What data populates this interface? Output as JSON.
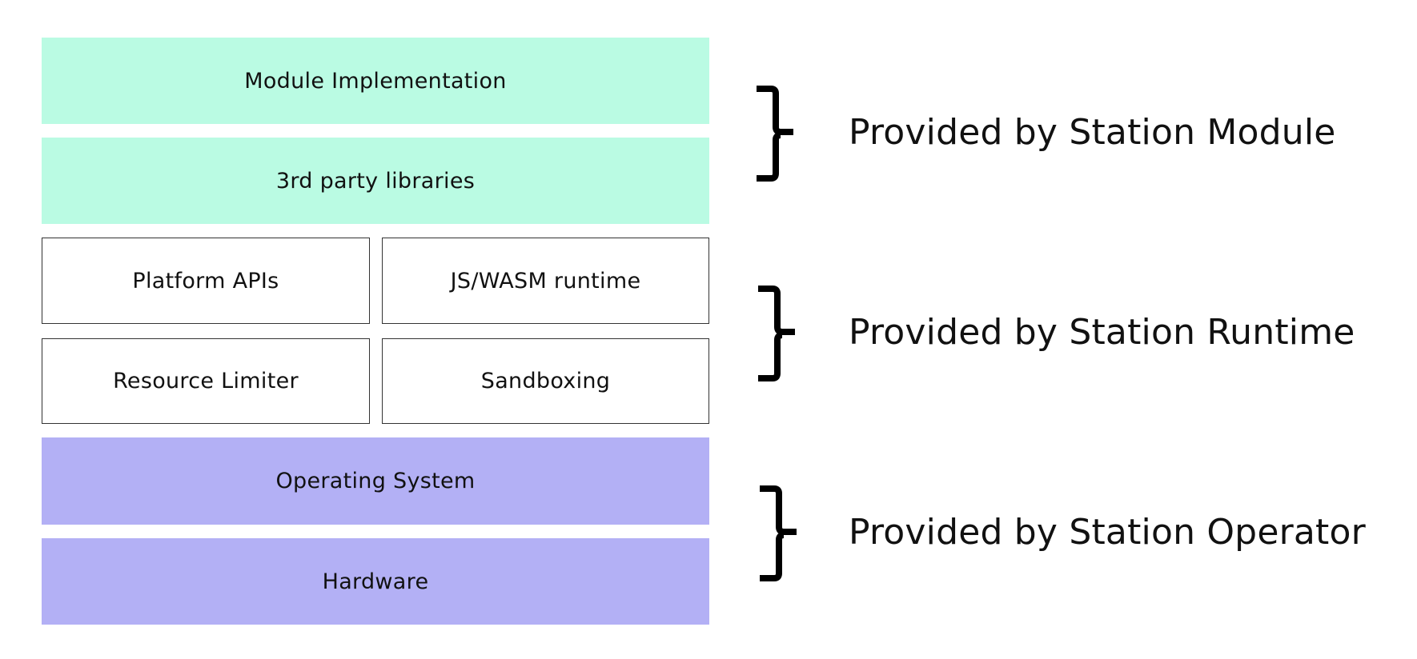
{
  "diagram": {
    "layers": {
      "module_implementation": "Module Implementation",
      "third_party_libraries": "3rd party libraries",
      "platform_apis": "Platform APIs",
      "js_wasm_runtime": "JS/WASM runtime",
      "resource_limiter": "Resource Limiter",
      "sandboxing": "Sandboxing",
      "operating_system": "Operating System",
      "hardware": "Hardware"
    },
    "groups": [
      {
        "label": "Provided by Station Module",
        "icon": "curly-brace-right",
        "color": "#BAFBE3"
      },
      {
        "label": "Provided by Station Runtime",
        "icon": "curly-brace-right",
        "color": "#FFFFFF"
      },
      {
        "label": "Provided by Station Operator",
        "icon": "curly-brace-right",
        "color": "#B3B0F5"
      }
    ],
    "colors": {
      "module_fill": "#BAFBE3",
      "operator_fill": "#B3B0F5",
      "runtime_border": "#333333",
      "text": "#111111"
    }
  }
}
